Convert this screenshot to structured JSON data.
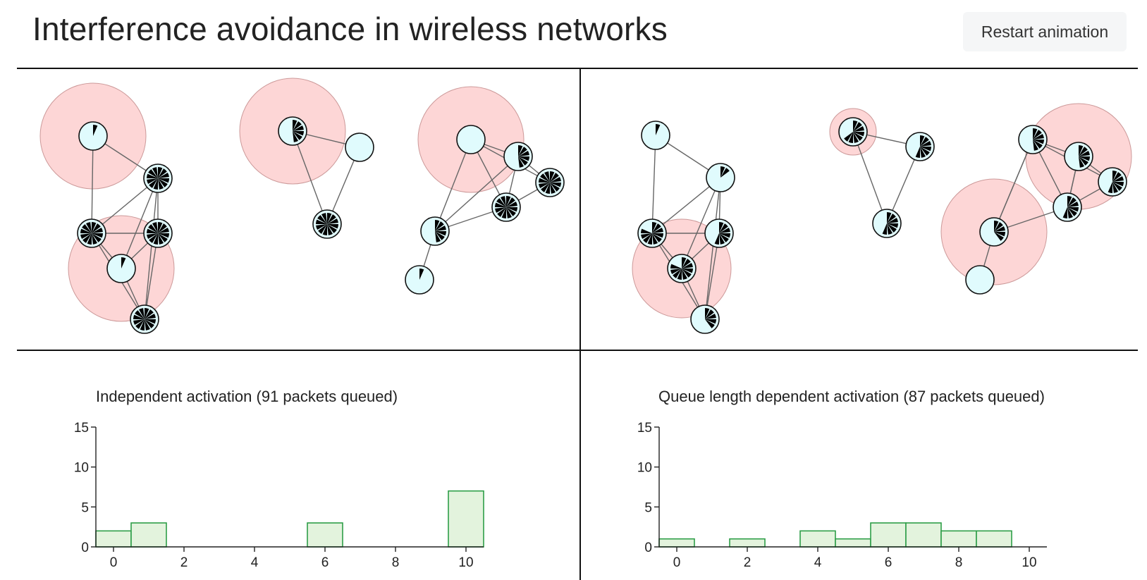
{
  "header": {
    "title": "Interference avoidance in wireless networks",
    "restart_label": "Restart animation"
  },
  "colors": {
    "node_fill": "#e0fbfd",
    "interference_fill": "#fdd6d6",
    "interference_stroke": "#c99",
    "edge": "#666666",
    "bar_fill": "#e3f3dd",
    "bar_stroke": "#2e9e48"
  },
  "networks": {
    "left": {
      "nodes": [
        {
          "id": "a1",
          "queue": 1,
          "active": true
        },
        {
          "id": "a2",
          "queue": 12,
          "active": false
        },
        {
          "id": "a3",
          "queue": 12,
          "active": false
        },
        {
          "id": "a4",
          "queue": 12,
          "active": false
        },
        {
          "id": "a5",
          "queue": 1,
          "active": true
        },
        {
          "id": "a6",
          "queue": 12,
          "active": false
        },
        {
          "id": "b1",
          "queue": 6,
          "active": true
        },
        {
          "id": "b2",
          "queue": 0,
          "active": false
        },
        {
          "id": "b3",
          "queue": 12,
          "active": false
        },
        {
          "id": "c1",
          "queue": 0,
          "active": true
        },
        {
          "id": "c2",
          "queue": 6,
          "active": false
        },
        {
          "id": "c3",
          "queue": 12,
          "active": false
        },
        {
          "id": "c4",
          "queue": 12,
          "active": false
        },
        {
          "id": "c5",
          "queue": 6,
          "active": false
        },
        {
          "id": "c6",
          "queue": 1,
          "active": false
        }
      ]
    },
    "right": {
      "nodes": [
        {
          "id": "d1",
          "queue": 1,
          "active": false
        },
        {
          "id": "d2",
          "queue": 2,
          "active": false
        },
        {
          "id": "d3",
          "queue": 10,
          "active": false
        },
        {
          "id": "d4",
          "queue": 7,
          "active": false
        },
        {
          "id": "d5",
          "queue": 10,
          "active": true
        },
        {
          "id": "d6",
          "queue": 5,
          "active": false
        },
        {
          "id": "e1",
          "queue": 8,
          "active": true
        },
        {
          "id": "e2",
          "queue": 7,
          "active": false
        },
        {
          "id": "e3",
          "queue": 7,
          "active": false
        },
        {
          "id": "f1",
          "queue": 6,
          "active": false
        },
        {
          "id": "f2",
          "queue": 6,
          "active": true
        },
        {
          "id": "f3",
          "queue": 7,
          "active": false
        },
        {
          "id": "f4",
          "queue": 7,
          "active": false
        },
        {
          "id": "f5",
          "queue": 5,
          "active": true
        },
        {
          "id": "f6",
          "queue": 0,
          "active": false
        }
      ]
    }
  },
  "chart_data": [
    {
      "type": "bar",
      "title": "Independent activation (91 packets queued)",
      "x": [
        0,
        1,
        2,
        3,
        4,
        5,
        6,
        7,
        8,
        9,
        10
      ],
      "values": [
        2,
        3,
        0,
        0,
        0,
        0,
        3,
        0,
        0,
        0,
        7
      ],
      "xticks": [
        "0",
        "2",
        "4",
        "6",
        "8",
        "10"
      ],
      "yticks": [
        "0",
        "5",
        "10",
        "15"
      ],
      "ylim": [
        0,
        15
      ],
      "xlim": [
        -0.5,
        10.5
      ]
    },
    {
      "type": "bar",
      "title": "Queue length dependent activation (87 packets queued)",
      "x": [
        0,
        1,
        2,
        3,
        4,
        5,
        6,
        7,
        8,
        9,
        10
      ],
      "values": [
        1,
        0,
        1,
        0,
        2,
        1,
        3,
        3,
        2,
        2,
        0
      ],
      "xticks": [
        "0",
        "2",
        "4",
        "6",
        "8",
        "10"
      ],
      "yticks": [
        "0",
        "5",
        "10",
        "15"
      ],
      "ylim": [
        0,
        15
      ],
      "xlim": [
        -0.5,
        10.5
      ]
    }
  ]
}
